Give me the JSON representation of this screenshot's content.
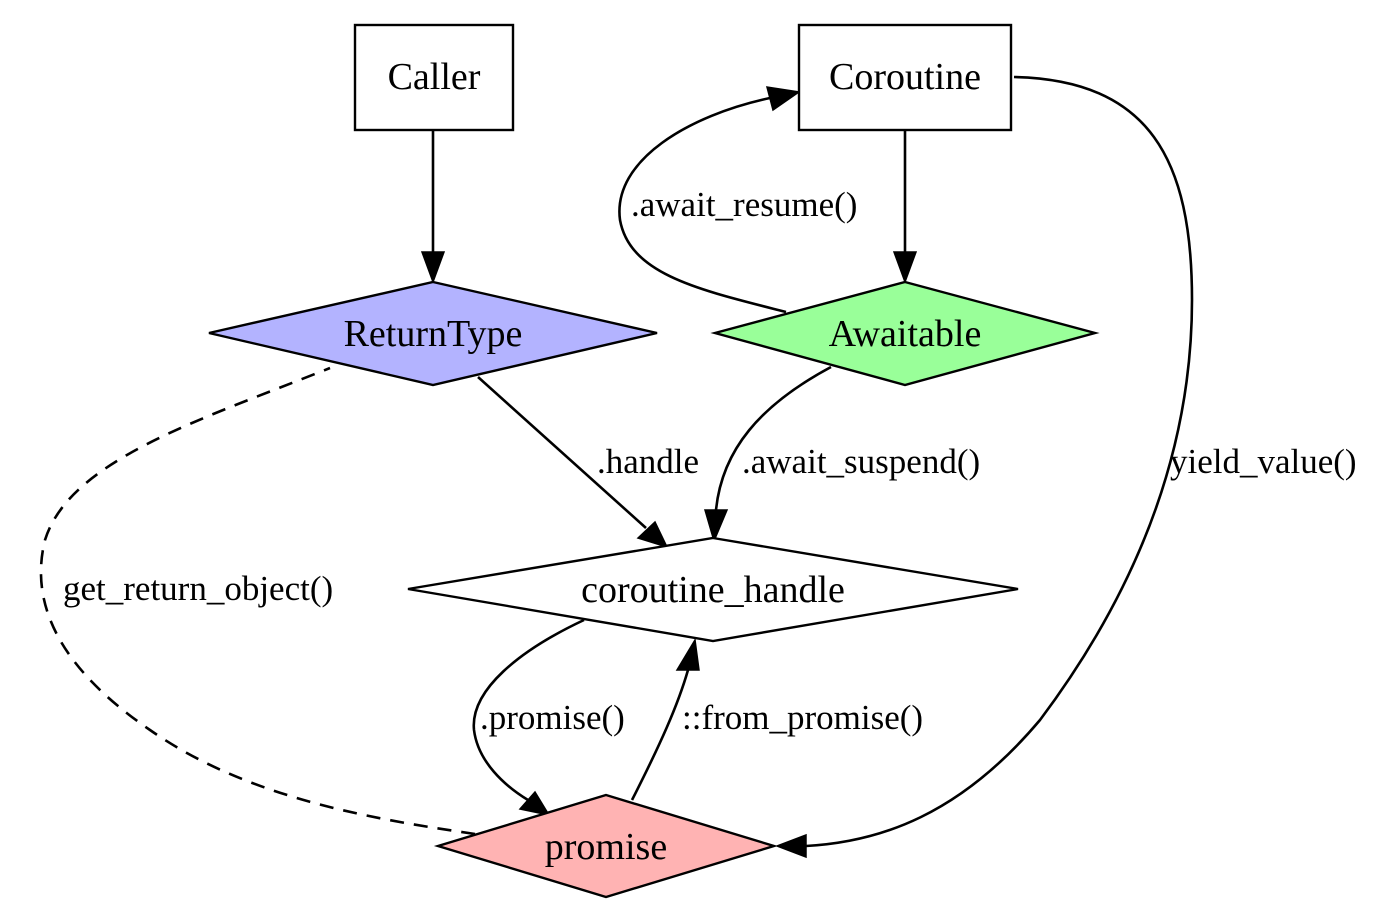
{
  "nodes": {
    "caller": {
      "label": "Caller",
      "shape": "box",
      "fill": "#ffffff"
    },
    "coroutine": {
      "label": "Coroutine",
      "shape": "box",
      "fill": "#ffffff"
    },
    "return_type": {
      "label": "ReturnType",
      "shape": "diamond",
      "fill": "#b3b3ff"
    },
    "awaitable": {
      "label": "Awaitable",
      "shape": "diamond",
      "fill": "#99ff99"
    },
    "coroutine_handle": {
      "label": "coroutine_handle",
      "shape": "diamond",
      "fill": "#ffffff"
    },
    "promise": {
      "label": "promise",
      "shape": "diamond",
      "fill": "#ffb3b3"
    }
  },
  "edges": {
    "caller_to_return_type": {
      "from": "Caller",
      "to": "ReturnType",
      "label": "",
      "style": "solid"
    },
    "coroutine_to_awaitable": {
      "from": "Coroutine",
      "to": "Awaitable",
      "label": "",
      "style": "solid"
    },
    "awaitable_to_coroutine": {
      "from": "Awaitable",
      "to": "Coroutine",
      "label": ".await_resume()",
      "style": "solid"
    },
    "return_type_to_handle": {
      "from": "ReturnType",
      "to": "coroutine_handle",
      "label": ".handle",
      "style": "solid"
    },
    "awaitable_to_handle": {
      "from": "Awaitable",
      "to": "coroutine_handle",
      "label": ".await_suspend()",
      "style": "solid"
    },
    "coroutine_to_promise": {
      "from": "Coroutine",
      "to": "promise",
      "label": "yield_value()",
      "style": "solid"
    },
    "promise_to_return_type": {
      "from": "promise",
      "to": "ReturnType",
      "label": "get_return_object()",
      "style": "dashed"
    },
    "handle_to_promise": {
      "from": "coroutine_handle",
      "to": "promise",
      "label": ".promise()",
      "style": "solid"
    },
    "promise_to_handle": {
      "from": "promise",
      "to": "coroutine_handle",
      "label": "::from_promise()",
      "style": "solid"
    }
  }
}
